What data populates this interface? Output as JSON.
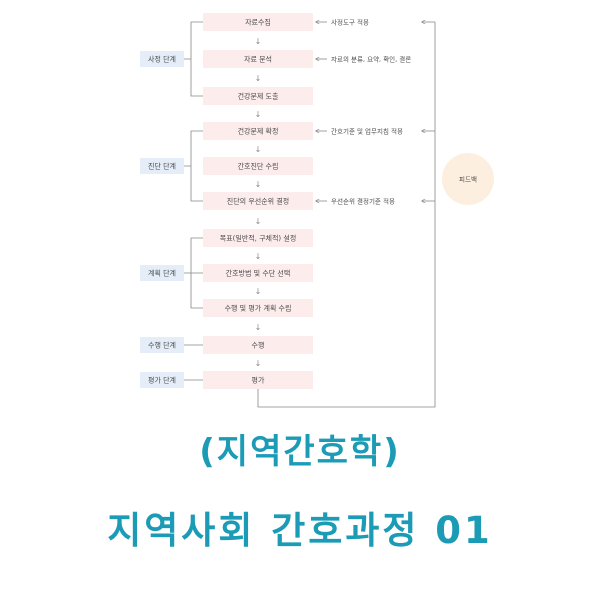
{
  "phases": [
    "사정 단계",
    "진단 단계",
    "계획 단계",
    "수행 단계",
    "평가 단계"
  ],
  "steps": [
    "자료수집",
    "자료 분석",
    "건강문제 도출",
    "건강문제 확정",
    "간호진단 수립",
    "진단의 우선순위 결정",
    "목표(일반적, 구체적) 설정",
    "간호방법 및 수단 선택",
    "수행 및 평가 계획 수립",
    "수행",
    "평가"
  ],
  "notes": [
    "사정도구 적용",
    "자료의 분류, 요약, 확인, 결론",
    "간호기준 및 업무지침 적용",
    "우선순위 결정기준 적용"
  ],
  "feedback_label": "피드백",
  "titles": {
    "line1": "(지역간호학)",
    "line2": "지역사회 간호과정 01"
  },
  "colors": {
    "step_fill": "#fcecec",
    "phase_fill": "#e5eef8",
    "feedback_fill": "#fcefdf",
    "line": "#888888",
    "title": "#1b9bb5"
  }
}
